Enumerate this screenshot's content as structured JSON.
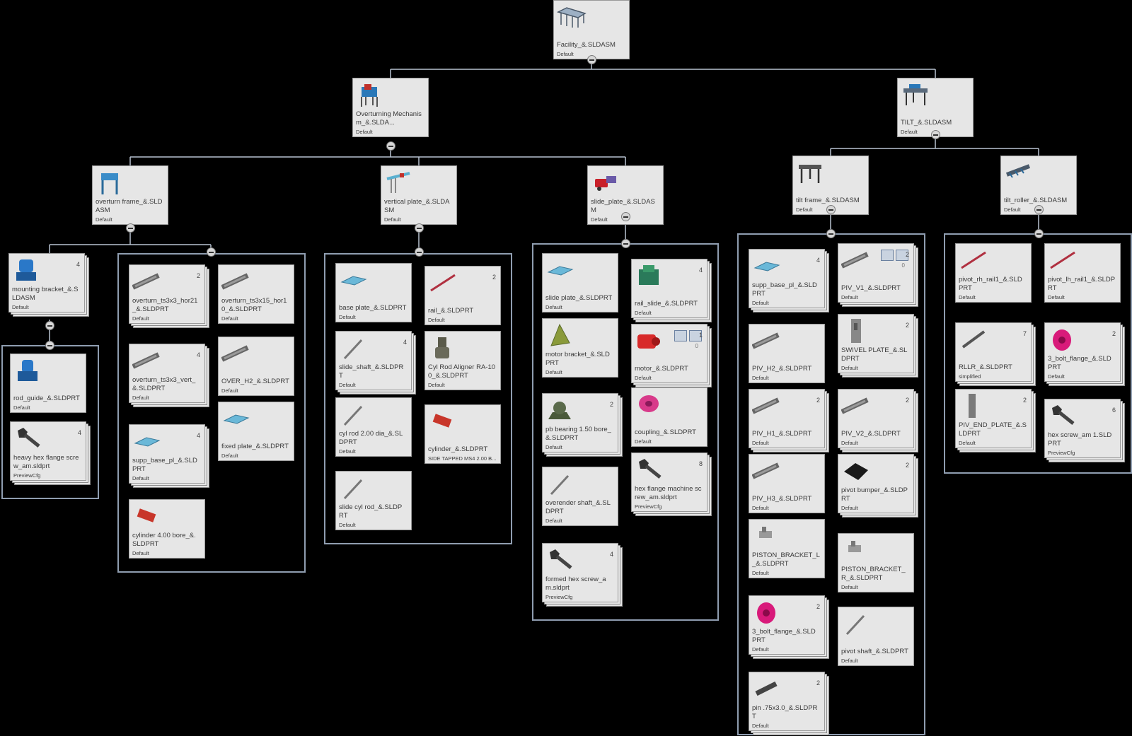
{
  "colors": {
    "background": "#000000",
    "card": "#e6e6e6",
    "connector": "#b8c3d1",
    "group_border": "#8f9db0"
  },
  "nodes": {
    "root": {
      "name": "Facility_&.SLDASM",
      "cfg": "Default",
      "icon": "facility-assembly-icon"
    },
    "overturning": {
      "name": "Overturning Mechanism_&.SLDA...",
      "cfg": "Default",
      "icon": "overturning-assembly-icon"
    },
    "tilt": {
      "name": "TILT_&.SLDASM",
      "cfg": "Default",
      "icon": "tilt-assembly-icon"
    },
    "overturn_frame": {
      "name": "overturn frame_&.SLDASM",
      "cfg": "Default",
      "icon": "frame-assembly-icon"
    },
    "vertical_plate": {
      "name": "vertical plate_&.SLDASM",
      "cfg": "Default",
      "icon": "vertical-plate-assembly-icon"
    },
    "slide_plate_asm": {
      "name": "slide_plate_&.SLDASM",
      "cfg": "Default",
      "icon": "slide-plate-assembly-icon"
    },
    "tilt_frame": {
      "name": "tilt frame_&.SLDASM",
      "cfg": "Default",
      "icon": "tilt-frame-assembly-icon"
    },
    "tilt_roller": {
      "name": "tilt_roller_&.SLDASM",
      "cfg": "Default",
      "icon": "tilt-roller-assembly-icon"
    },
    "mounting_bracket": {
      "name": "mounting bracket_&.SLDASM",
      "cfg": "Default",
      "qty": "4",
      "icon": "mounting-bracket-icon"
    }
  },
  "groups": {
    "mounting_bracket": [
      {
        "name": "rod_guide_&.SLDPRT",
        "cfg": "Default",
        "qty": "",
        "icon": "rod-guide-icon"
      },
      {
        "name": "heavy hex flange screw_am.sldprt",
        "cfg": "PreviewCfg",
        "qty": "4",
        "icon": "hex-screw-icon"
      }
    ],
    "overturn_frame": [
      {
        "name": "overturn_ts3x3_hor21_&.SLDPRT",
        "cfg": "Default",
        "qty": "2",
        "icon": "tube-icon"
      },
      {
        "name": "overturn_ts3x15_hor10_&.SLDPRT",
        "cfg": "Default",
        "qty": "",
        "icon": "tube-icon"
      },
      {
        "name": "overturn_ts3x3_vert_&.SLDPRT",
        "cfg": "Default",
        "qty": "4",
        "icon": "tube-icon"
      },
      {
        "name": "OVER_H2_&.SLDPRT",
        "cfg": "Default",
        "qty": "",
        "icon": "tube-icon"
      },
      {
        "name": "supp_base_pl_&.SLDPRT",
        "cfg": "Default",
        "qty": "4",
        "icon": "plate-icon"
      },
      {
        "name": "fixed plate_&.SLDPRT",
        "cfg": "Default",
        "qty": "",
        "icon": "plate-icon"
      },
      {
        "name": "cylinder 4.00 bore_&.SLDPRT",
        "cfg": "Default",
        "qty": "",
        "icon": "cylinder-icon"
      }
    ],
    "vertical_plate": [
      {
        "name": "base plate_&.SLDPRT",
        "cfg": "Default",
        "qty": "",
        "icon": "plate-icon"
      },
      {
        "name": "rail_&.SLDPRT",
        "cfg": "Default",
        "qty": "2",
        "icon": "rail-icon"
      },
      {
        "name": "slide_shaft_&.SLDPRT",
        "cfg": "Default",
        "qty": "4",
        "icon": "shaft-icon"
      },
      {
        "name": "Cyl Rod Aligner RA-100_&.SLDPRT",
        "cfg": "Default",
        "qty": "",
        "icon": "rod-aligner-icon"
      },
      {
        "name": "cyl rod 2.00 dia_&.SLDPRT",
        "cfg": "Default",
        "qty": "",
        "icon": "shaft-icon"
      },
      {
        "name": "cylinder_&.SLDPRT",
        "cfg": "SIDE TAPPED MS4 2.00 B...",
        "qty": "",
        "icon": "cylinder-icon"
      },
      {
        "name": "slide cyl rod_&.SLDPRT",
        "cfg": "Default",
        "qty": "",
        "icon": "shaft-icon"
      }
    ],
    "slide_plate": [
      {
        "name": "slide plate_&.SLDPRT",
        "cfg": "Default",
        "qty": "",
        "icon": "plate-icon"
      },
      {
        "name": "rail_slide_&.SLDPRT",
        "cfg": "Default",
        "qty": "4",
        "icon": "rail-slide-icon"
      },
      {
        "name": "motor bracket_&.SLDPRT",
        "cfg": "Default",
        "qty": "",
        "icon": "bracket-icon"
      },
      {
        "name": "motor_&.SLDPRT",
        "cfg": "Default",
        "qty": "1",
        "qty2": "0",
        "badges": true,
        "icon": "motor-icon"
      },
      {
        "name": "pb bearing 1.50 bore_&.SLDPRT",
        "cfg": "Default",
        "qty": "2",
        "icon": "bearing-icon"
      },
      {
        "name": "coupling_&.SLDPRT",
        "cfg": "Default",
        "qty": "",
        "icon": "coupling-icon"
      },
      {
        "name": "overender shaft_&.SLDPRT",
        "cfg": "Default",
        "qty": "",
        "icon": "shaft-icon"
      },
      {
        "name": "hex flange machine screw_am.sldprt",
        "cfg": "PreviewCfg",
        "qty": "8",
        "icon": "hex-screw-icon"
      },
      {
        "name": "formed hex screw_am.sldprt",
        "cfg": "PreviewCfg",
        "qty": "4",
        "icon": "hex-screw-icon"
      }
    ],
    "tilt_frame": [
      {
        "name": "supp_base_pl_&.SLDPRT",
        "cfg": "Default",
        "qty": "4",
        "icon": "plate-icon"
      },
      {
        "name": "PIV_V1_&.SLDPRT",
        "cfg": "Default",
        "qty": "2",
        "qty2": "0",
        "badges": true,
        "icon": "tube-icon"
      },
      {
        "name": "PIV_H2_&.SLDPRT",
        "cfg": "Default",
        "qty": "",
        "icon": "tube-icon"
      },
      {
        "name": "SWIVEL PLATE_&.SLDPRT",
        "cfg": "Default",
        "qty": "2",
        "icon": "swivel-plate-icon"
      },
      {
        "name": "PIV_H1_&.SLDPRT",
        "cfg": "Default",
        "qty": "2",
        "icon": "tube-icon"
      },
      {
        "name": "PIV_V2_&.SLDPRT",
        "cfg": "Default",
        "qty": "2",
        "icon": "tube-icon"
      },
      {
        "name": "PIV_H3_&.SLDPRT",
        "cfg": "Default",
        "qty": "",
        "icon": "tube-icon"
      },
      {
        "name": "pivot bumper_&.SLDPRT",
        "cfg": "Default",
        "qty": "2",
        "icon": "bumper-icon"
      },
      {
        "name": "PISTON_BRACKET_L_&.SLDPRT",
        "cfg": "Default",
        "qty": "",
        "icon": "piston-bracket-icon"
      },
      {
        "name": "PISTON_BRACKET_R_&.SLDPRT",
        "cfg": "Default",
        "qty": "",
        "icon": "piston-bracket-icon"
      },
      {
        "name": "3_bolt_flange_&.SLDPRT",
        "cfg": "Default",
        "qty": "2",
        "icon": "flange-icon"
      },
      {
        "name": "pivot shaft_&.SLDPRT",
        "cfg": "Default",
        "qty": "",
        "icon": "shaft-icon"
      },
      {
        "name": "pin .75x3.0_&.SLDPRT",
        "cfg": "Default",
        "qty": "2",
        "icon": "pin-icon"
      }
    ],
    "tilt_roller": [
      {
        "name": "pivot_rh_rail1_&.SLDPRT",
        "cfg": "Default",
        "qty": "",
        "icon": "rail-icon"
      },
      {
        "name": "pivot_lh_rail1_&.SLDPRT",
        "cfg": "Default",
        "qty": "",
        "icon": "rail-icon"
      },
      {
        "name": "RLLR_&.SLDPRT",
        "cfg": "simplified",
        "qty": "7",
        "icon": "roller-icon"
      },
      {
        "name": "3_bolt_flange_&.SLDPRT",
        "cfg": "Default",
        "qty": "2",
        "icon": "flange-icon"
      },
      {
        "name": "PIV_END_PLATE_&.SLDPRT",
        "cfg": "Default",
        "qty": "2",
        "icon": "end-plate-icon"
      },
      {
        "name": "hex screw_am 1.SLDPRT",
        "cfg": "PreviewCfg",
        "qty": "6",
        "icon": "hex-screw-icon"
      }
    ]
  }
}
